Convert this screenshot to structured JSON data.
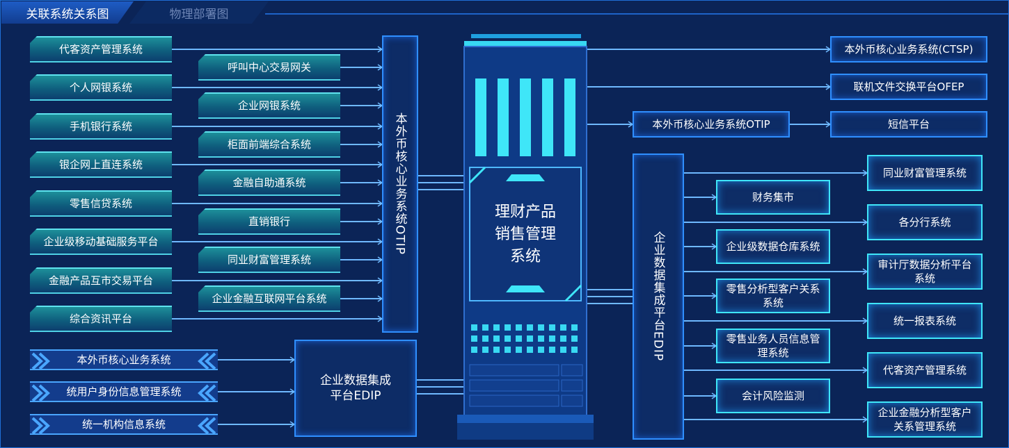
{
  "tabs": [
    "关联系统关系图",
    "物理部署图"
  ],
  "center": {
    "title": "理财产品\n销售管理\n系统"
  },
  "otip_vertical": "本外币核心业务系统OTIP",
  "edip_vertical": "企业数据集成平台EDIP",
  "edip_bottom": "企业数据集成\n平台EDIP",
  "left_outer": [
    "代客资产管理系统",
    "个人网银系统",
    "手机银行系统",
    "银企网上直连系统",
    "零售信贷系统",
    "企业级移动基础服务平台",
    "金融产品互市交易平台",
    "综合资讯平台"
  ],
  "left_inner": [
    "呼叫中心交易网关",
    "企业网银系统",
    "柜面前端综合系统",
    "金融自助通系统",
    "直销银行",
    "同业财富管理系统",
    "企业金融互联网平台系统"
  ],
  "left_bottom": [
    "本外币核心业务系统",
    "统用户身份信息管理系统",
    "统一机构信息系统"
  ],
  "right_top": [
    "本外币核心业务系统(CTSP)",
    "联机文件交换平台OFEP",
    "短信平台"
  ],
  "right_otip": "本外币核心业务系统OTIP",
  "right_mid": [
    "财务集市",
    "企业级数据仓库系统",
    "零售分析型客户关系\n系统",
    "零售业务人员信息管\n理系统",
    "会计风险监测"
  ],
  "right_far": [
    "同业财富管理系统",
    "各分行系统",
    "审计厅数据分析平台\n系统",
    "统一报表系统",
    "代客资产管理系统",
    "企业金融分析型客户\n关系管理系统"
  ],
  "colors": {
    "bg": "#0b2457",
    "accent": "#3fe6f8",
    "wire": "#6fb9ff",
    "teal": "#1d8f9a"
  }
}
